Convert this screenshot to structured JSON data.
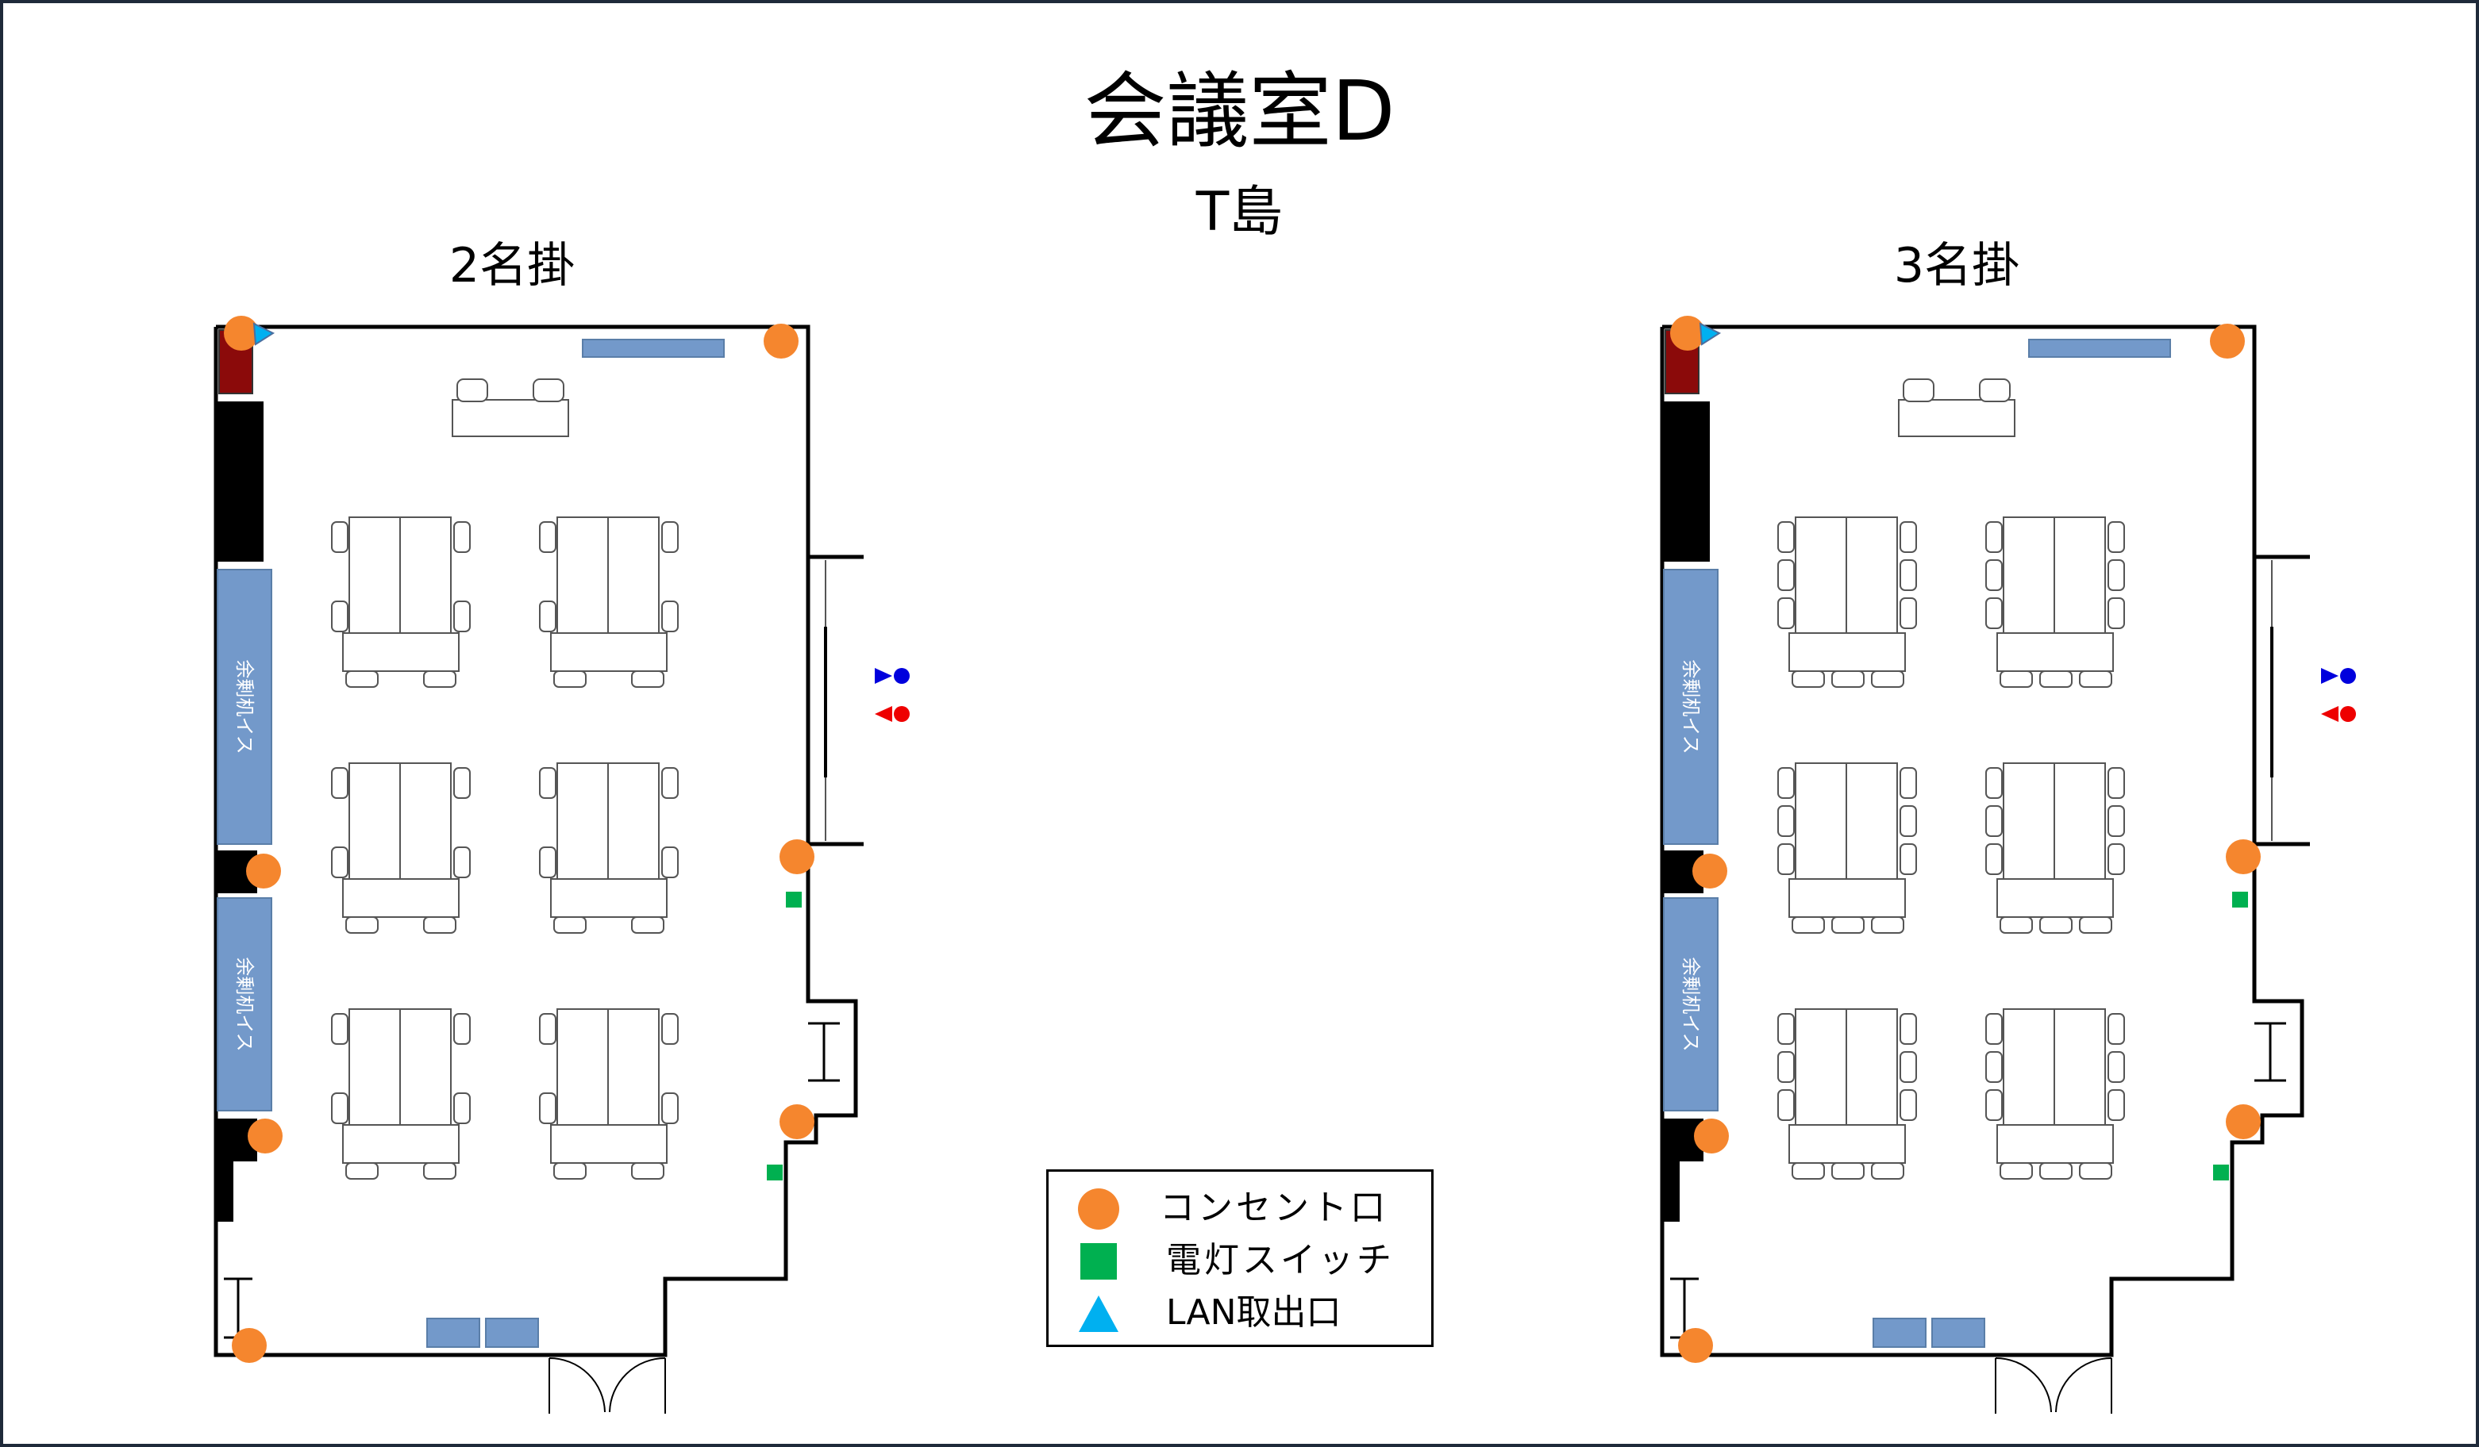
{
  "title": "会議室D",
  "subtitle": "T島",
  "layouts": [
    {
      "label": "2名掛",
      "seats_per_side": 2
    },
    {
      "label": "3名掛",
      "seats_per_side": 3
    }
  ],
  "storage_label": "余剰机イス",
  "legend": [
    {
      "icon": "orange-circle",
      "label": "コンセント口",
      "color": "#f5862e"
    },
    {
      "icon": "green-square",
      "label": "電灯スイッチ",
      "color": "#00b050"
    },
    {
      "icon": "cyan-triangle",
      "label": "LAN取出口",
      "color": "#00b0f0"
    }
  ],
  "colors": {
    "outlet": "#f5862e",
    "switch": "#00b050",
    "lan": "#00b0f0",
    "storage": "#7399ca",
    "cabinet": "#8b0a0a",
    "wall": "#000000",
    "restroom_male": "#0000dd",
    "restroom_female": "#ee0000"
  }
}
